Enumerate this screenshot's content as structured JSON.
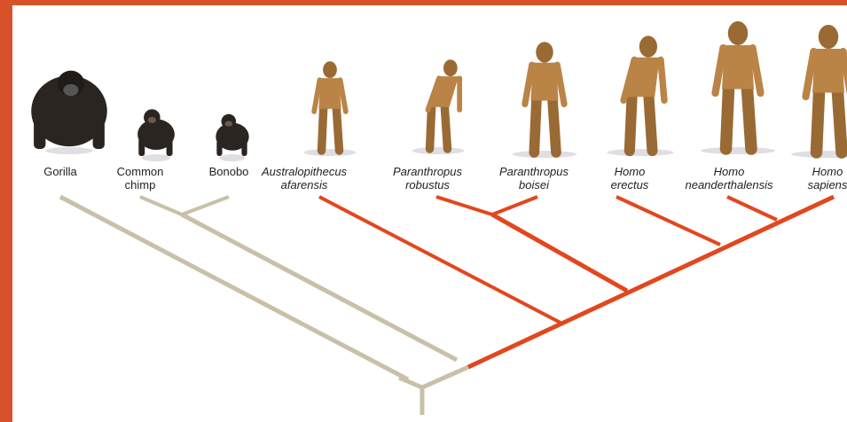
{
  "colors": {
    "frame": "#d9512a",
    "hominin_branch": "#e2471e",
    "ape_branch": "#c9c0a8",
    "label_text": "#222222"
  },
  "taxa": [
    {
      "id": "gorilla",
      "lines": [
        "Gorilla"
      ],
      "italic": false,
      "group": "ape",
      "icon": "gorilla-figure-icon"
    },
    {
      "id": "common-chimp",
      "lines": [
        "Common",
        "chimp"
      ],
      "italic": false,
      "group": "ape",
      "icon": "chimpanzee-figure-icon"
    },
    {
      "id": "bonobo",
      "lines": [
        "Bonobo"
      ],
      "italic": false,
      "group": "ape",
      "icon": "bonobo-figure-icon"
    },
    {
      "id": "australopithecus-afarensis",
      "lines": [
        "Australopithecus",
        "afarensis"
      ],
      "italic": true,
      "group": "hominin",
      "icon": "australopithecus-figure-icon"
    },
    {
      "id": "paranthropus-robustus",
      "lines": [
        "Paranthropus",
        "robustus"
      ],
      "italic": true,
      "group": "hominin",
      "icon": "paranthropus-robustus-figure-icon"
    },
    {
      "id": "paranthropus-boisei",
      "lines": [
        "Paranthropus",
        "boisei"
      ],
      "italic": true,
      "group": "hominin",
      "icon": "paranthropus-boisei-figure-icon"
    },
    {
      "id": "homo-erectus",
      "lines": [
        "Homo",
        "erectus"
      ],
      "italic": true,
      "group": "hominin",
      "icon": "homo-erectus-figure-icon"
    },
    {
      "id": "homo-neanderthalensis",
      "lines": [
        "Homo",
        "neanderthalensis"
      ],
      "italic": true,
      "group": "hominin",
      "icon": "neanderthal-figure-icon"
    },
    {
      "id": "homo-sapiens",
      "lines": [
        "Homo",
        "sapiens"
      ],
      "italic": true,
      "group": "hominin",
      "icon": "homo-sapiens-figure-icon"
    }
  ]
}
